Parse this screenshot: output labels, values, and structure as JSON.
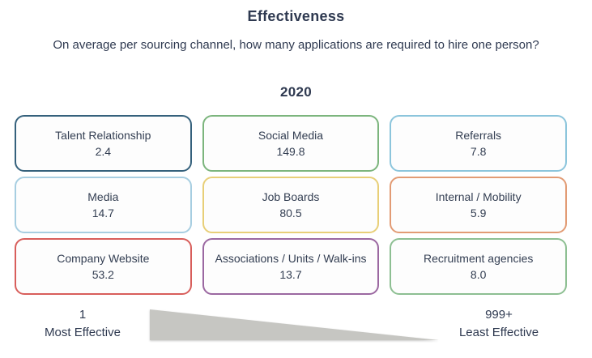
{
  "header": {
    "title": "Effectiveness",
    "subtitle": "On average per sourcing channel, how many applications are required to hire one person?",
    "year": "2020"
  },
  "cards": [
    {
      "label": "Talent Relationship",
      "value": "2.4",
      "color": "#35617c"
    },
    {
      "label": "Social Media",
      "value": "149.8",
      "color": "#7cb57d"
    },
    {
      "label": "Referrals",
      "value": "7.8",
      "color": "#8cc5dc"
    },
    {
      "label": "Media",
      "value": "14.7",
      "color": "#a7cee1"
    },
    {
      "label": "Job Boards",
      "value": "80.5",
      "color": "#e8cf78"
    },
    {
      "label": "Internal / Mobility",
      "value": "5.9",
      "color": "#e29b74"
    },
    {
      "label": "Company Website",
      "value": "53.2",
      "color": "#d85e5b"
    },
    {
      "label": "Associations / Units / Walk-ins",
      "value": "13.7",
      "color": "#9b68a1"
    },
    {
      "label": "Recruitment agencies",
      "value": "8.0",
      "color": "#8dbf92"
    }
  ],
  "footer": {
    "min_value": "1",
    "min_label": "Most Effective",
    "max_value": "999+",
    "max_label": "Least Effective",
    "wedge_color": "#c6c6c2"
  },
  "chart_data": {
    "type": "table",
    "title": "Effectiveness",
    "subtitle": "On average per sourcing channel, how many applications are required to hire one person?",
    "group_label": "2020",
    "categories": [
      "Talent Relationship",
      "Social Media",
      "Referrals",
      "Media",
      "Job Boards",
      "Internal / Mobility",
      "Company Website",
      "Associations / Units / Walk-ins",
      "Recruitment agencies"
    ],
    "values": [
      2.4,
      149.8,
      7.8,
      14.7,
      80.5,
      5.9,
      53.2,
      13.7,
      8.0
    ],
    "value_meaning": "applications required to hire one person",
    "scale": {
      "best_value": "1",
      "best_label": "Most Effective",
      "worst_value": "999+",
      "worst_label": "Least Effective"
    },
    "layout": "3x3 card grid, effectiveness wedge pointing from most effective (left) to least effective (right)"
  }
}
